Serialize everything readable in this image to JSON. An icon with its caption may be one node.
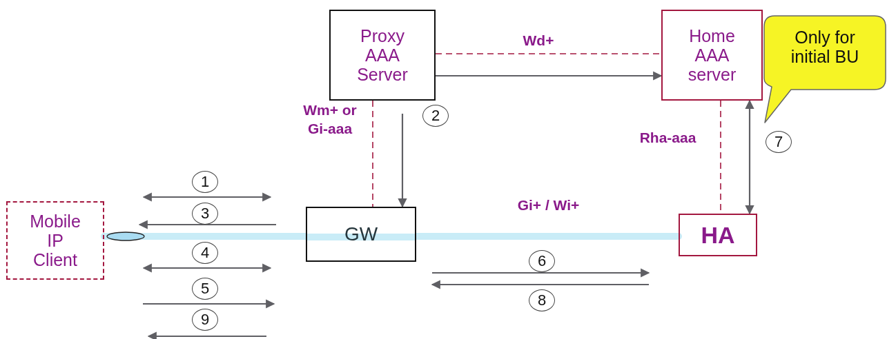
{
  "diagram": {
    "nodes": [
      {
        "text": [
          "Proxy AAA Server"
        ]
      },
      {
        "text": [
          "Home AAA server"
        ]
      },
      {
        "text": [
          "Only for initial BU"
        ]
      },
      {
        "text": [
          "Mobile IP Client"
        ]
      },
      {
        "text": [
          "GW"
        ]
      },
      {
        "text": [
          "HA"
        ]
      }
    ],
    "edges": [
      {
        "from": 0,
        "to": 1,
        "arrow": "none",
        "label": "Wd+",
        "style": "dashed",
        "color": "#a3173f"
      },
      {
        "from": 0,
        "to": 1,
        "arrow": "to"
      },
      {
        "from": 0,
        "to": 4,
        "arrow": "none",
        "label": "Wm+ or Gi-aaa",
        "style": "dashed",
        "color": "#a3173f"
      },
      {
        "from": null,
        "to": 4,
        "arrow": "to"
      },
      {
        "from": 1,
        "to": 5,
        "arrow": "none",
        "label": "Rha-aaa",
        "style": "dashed",
        "color": "#a3173f"
      },
      {
        "from": 1,
        "to": 5,
        "arrow": "both"
      },
      {
        "from": 3,
        "to": 4,
        "arrow": "none",
        "style": "thick",
        "color": "#c9ecf7"
      },
      {
        "from": 4,
        "to": 5,
        "arrow": "none",
        "label": "Gi+ / Wi+",
        "style": "thick",
        "color": "#c9ecf7"
      }
    ],
    "labels": [
      "2",
      "7",
      "1",
      "3",
      "4",
      "6",
      "5",
      "8",
      "9"
    ]
  }
}
